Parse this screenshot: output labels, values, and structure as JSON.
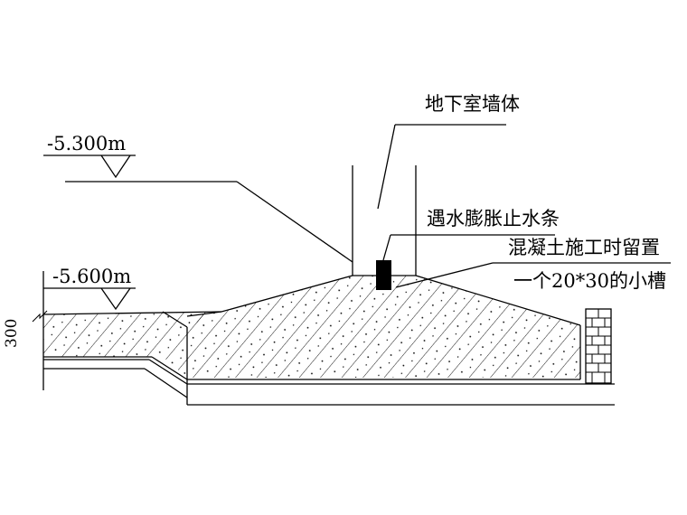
{
  "labels": {
    "wall": "地下室墙体",
    "waterstop": "遇水膨胀止水条",
    "groove_line1": "混凝土施工时留置",
    "groove_line2": "一个20*30的小槽"
  },
  "elevations": {
    "upper": "-5.300m",
    "lower": "-5.600m"
  },
  "dimension": "300",
  "colors": {
    "line": "#000000",
    "background": "#ffffff"
  }
}
